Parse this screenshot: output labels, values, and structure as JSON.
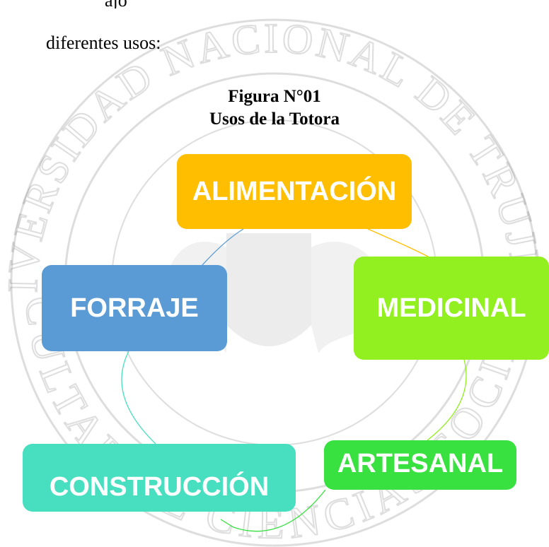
{
  "document": {
    "partial_top_line": "ajo",
    "intro_text": "diferentes usos:",
    "watermark": {
      "top_arc_text": "UNIVERSIDAD NACIONAL DE TRUJILLO",
      "bottom_arc_text": "FACULTAD DE CIENCIAS SOCIALES"
    },
    "figure": {
      "number": "Figura N°01",
      "title": "Usos de la Totora"
    }
  },
  "diagram": {
    "type": "cycle",
    "nodes": [
      {
        "id": "alimentacion",
        "label": "ALIMENTACIÓN",
        "color": "#ffbf00"
      },
      {
        "id": "medicinal",
        "label": "MEDICINAL",
        "color": "#92f020"
      },
      {
        "id": "artesanal",
        "label": "ARTESANAL",
        "color": "#38e040"
      },
      {
        "id": "construccion",
        "label": "CONSTRUCCIÓN",
        "color": "#48dec0"
      },
      {
        "id": "forraje",
        "label": "FORRAJE",
        "color": "#5b9bd5"
      }
    ],
    "connector_colors": {
      "alimentacion_to_medicinal": "#ffbf00",
      "medicinal_to_artesanal": "#92f020",
      "artesanal_to_construccion": "#38e040",
      "construccion_to_forraje": "#48dec0",
      "forraje_to_alimentacion": "#5b9bd5"
    }
  }
}
